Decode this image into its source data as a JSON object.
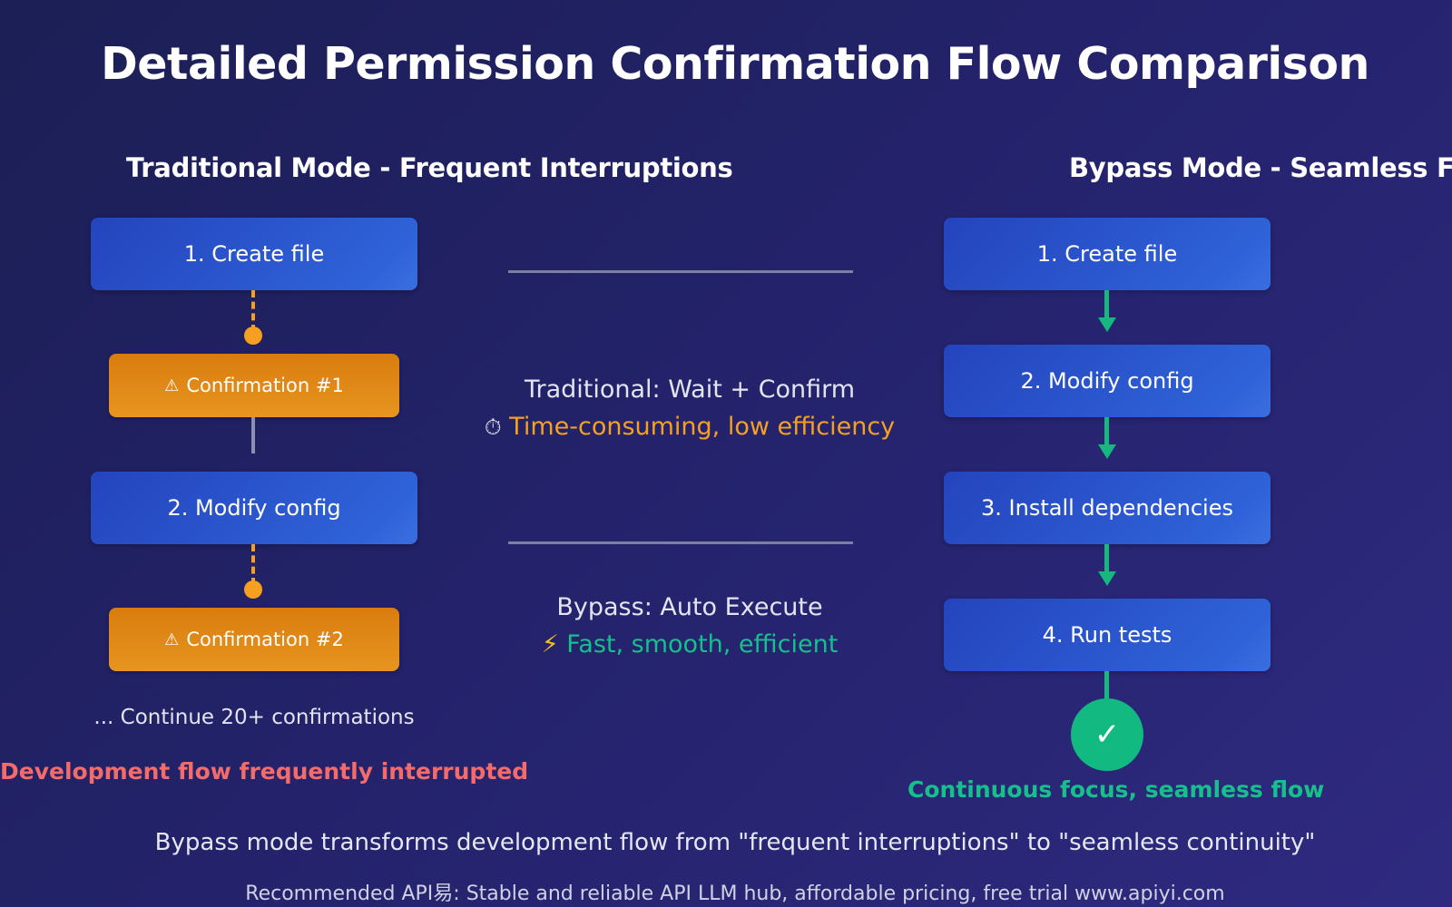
{
  "title": "Detailed Permission Confirmation Flow Comparison",
  "traditional": {
    "heading": "Traditional Mode - Frequent Interruptions",
    "step1": "1. Create file",
    "confirm1_icon": "warning-icon",
    "confirm1": "Confirmation #1",
    "step2": "2. Modify config",
    "confirm2": "Confirmation #2",
    "continue_note": "... Continue 20+ confirmations",
    "summary": "Development flow frequently interrupted"
  },
  "comparison": {
    "traditional_label": "Traditional: Wait + Confirm",
    "traditional_icon": "stopwatch-icon",
    "traditional_note": "Time-consuming, low efficiency",
    "bypass_label": "Bypass: Auto Execute",
    "bypass_icon": "lightning-icon",
    "bypass_note": "Fast, smooth, efficient"
  },
  "bypass": {
    "heading": "Bypass Mode - Seamless Fl",
    "step1": "1. Create file",
    "step2": "2. Modify config",
    "step3": "3. Install dependencies",
    "step4": "4. Run tests",
    "check_icon": "checkmark-icon",
    "summary": "Continuous focus, seamless flow"
  },
  "footer": {
    "statement": "Bypass mode transforms development flow from \"frequent interruptions\" to \"seamless continuity\"",
    "recommendation": "Recommended API易: Stable and reliable API LLM hub, affordable pricing, free trial www.apiyi.com"
  },
  "colors": {
    "step_blue": "#2f62d8",
    "confirm_orange": "#e08a17",
    "success_green": "#16b87f",
    "alert_red": "#f36b6b"
  }
}
